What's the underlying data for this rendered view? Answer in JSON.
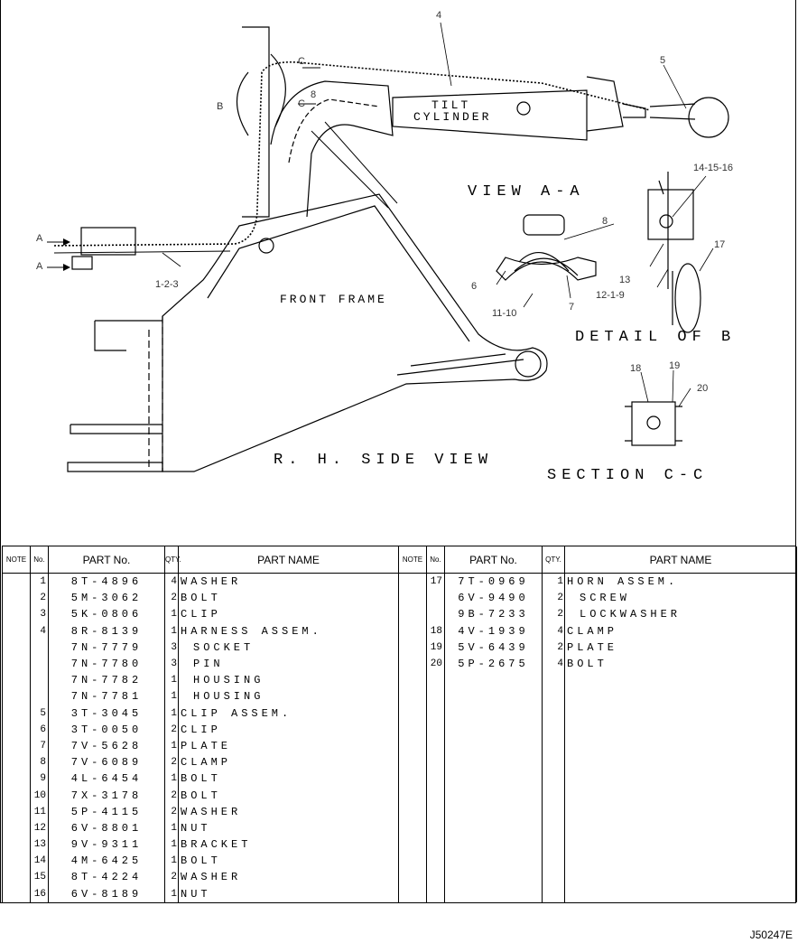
{
  "drawing": {
    "labels": {
      "tilt": "TILT",
      "cylinder": "CYLINDER",
      "front_frame": "FRONT FRAME",
      "view_aa": "VIEW A-A",
      "detail_b": "DETAIL OF B",
      "rh_side_view": "R. H. SIDE VIEW",
      "section_cc": "SECTION C-C",
      "a_top": "A",
      "a_bottom": "A",
      "b_mark": "B",
      "c_top": "C",
      "c_bottom": "C"
    },
    "callouts": {
      "c4": "4",
      "c5": "5",
      "c8a": "8",
      "c8b": "8",
      "c123": "1-2-3",
      "c6": "6",
      "c1110": "11-10",
      "c7": "7",
      "c141516": "14-15-16",
      "c13": "13",
      "c1219": "12-1-9",
      "c17": "17",
      "c18": "18",
      "c19": "19",
      "c20": "20"
    }
  },
  "table": {
    "headers": {
      "note": "NOTE",
      "no": "No.",
      "part_no": "PART No.",
      "qty": "QTY.",
      "part_name": "PART NAME"
    },
    "left_rows": [
      {
        "no": "1",
        "part": "8T-4896",
        "qty": "4",
        "name": "WASHER"
      },
      {
        "no": "2",
        "part": "5M-3062",
        "qty": "2",
        "name": "BOLT"
      },
      {
        "no": "3",
        "part": "5K-0806",
        "qty": "1",
        "name": "CLIP"
      },
      {
        "no": "4",
        "part": "8R-8139",
        "qty": "1",
        "name": "HARNESS ASSEM."
      },
      {
        "no": "",
        "part": "7N-7779",
        "qty": "3",
        "name": "SOCKET",
        "indent": true
      },
      {
        "no": "",
        "part": "7N-7780",
        "qty": "3",
        "name": "PIN",
        "indent": true
      },
      {
        "no": "",
        "part": "7N-7782",
        "qty": "1",
        "name": "HOUSING",
        "indent": true
      },
      {
        "no": "",
        "part": "7N-7781",
        "qty": "1",
        "name": "HOUSING",
        "indent": true
      },
      {
        "no": "5",
        "part": "3T-3045",
        "qty": "1",
        "name": "CLIP ASSEM."
      },
      {
        "no": "6",
        "part": "3T-0050",
        "qty": "2",
        "name": "CLIP"
      },
      {
        "no": "7",
        "part": "7V-5628",
        "qty": "1",
        "name": "PLATE"
      },
      {
        "no": "8",
        "part": "7V-6089",
        "qty": "2",
        "name": "CLAMP"
      },
      {
        "no": "9",
        "part": "4L-6454",
        "qty": "1",
        "name": "BOLT"
      },
      {
        "no": "10",
        "part": "7X-3178",
        "qty": "2",
        "name": "BOLT"
      },
      {
        "no": "11",
        "part": "5P-4115",
        "qty": "2",
        "name": "WASHER"
      },
      {
        "no": "12",
        "part": "6V-8801",
        "qty": "1",
        "name": "NUT"
      },
      {
        "no": "13",
        "part": "9V-9311",
        "qty": "1",
        "name": "BRACKET"
      },
      {
        "no": "14",
        "part": "4M-6425",
        "qty": "1",
        "name": "BOLT"
      },
      {
        "no": "15",
        "part": "8T-4224",
        "qty": "2",
        "name": "WASHER"
      },
      {
        "no": "16",
        "part": "6V-8189",
        "qty": "1",
        "name": "NUT"
      }
    ],
    "right_rows": [
      {
        "no": "17",
        "part": "7T-0969",
        "qty": "1",
        "name": "HORN ASSEM."
      },
      {
        "no": "",
        "part": "6V-9490",
        "qty": "2",
        "name": "SCREW",
        "indent": true
      },
      {
        "no": "",
        "part": "9B-7233",
        "qty": "2",
        "name": "LOCKWASHER",
        "indent": true
      },
      {
        "no": "18",
        "part": "4V-1939",
        "qty": "4",
        "name": "CLAMP"
      },
      {
        "no": "19",
        "part": "5V-6439",
        "qty": "2",
        "name": "PLATE"
      },
      {
        "no": "20",
        "part": "5P-2675",
        "qty": "4",
        "name": "BOLT"
      }
    ]
  },
  "footer": {
    "doc_code": "J50247E"
  }
}
